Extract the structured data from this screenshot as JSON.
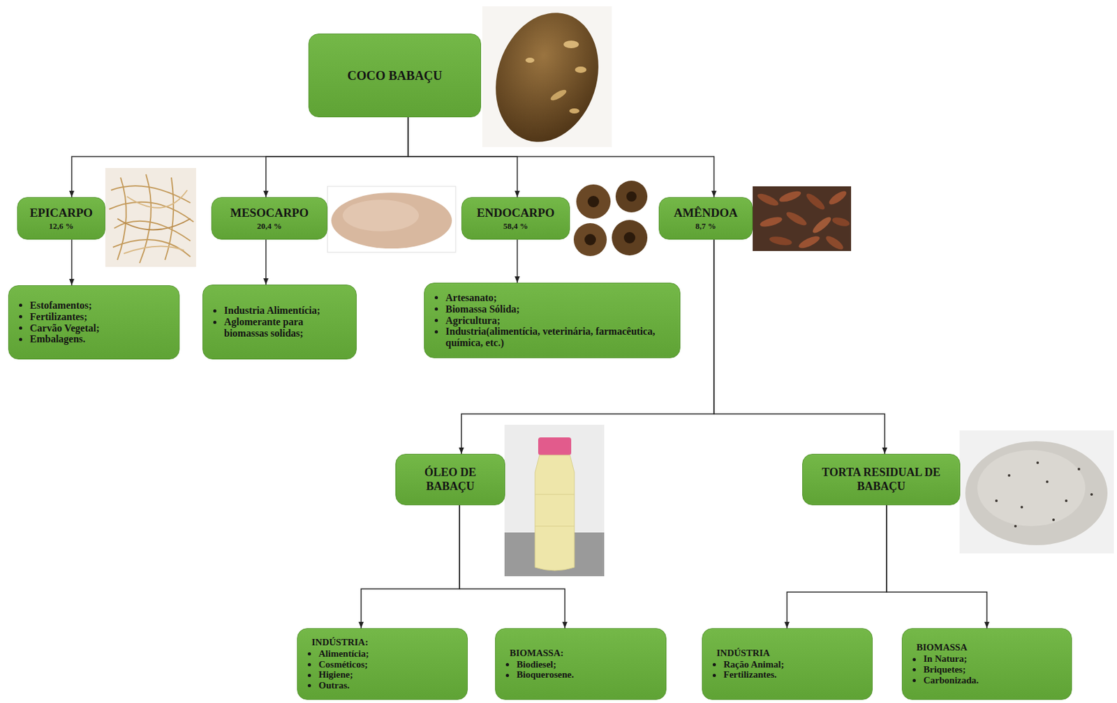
{
  "diagram": {
    "nodes": [
      {
        "text": [
          "COCO BABAÇU"
        ]
      },
      {
        "text": [
          "EPICARPO",
          "12,6 %"
        ]
      },
      {
        "text": [
          "MESOCARPO",
          "20,4 %"
        ]
      },
      {
        "text": [
          "ENDOCARPO",
          "58,4 %"
        ]
      },
      {
        "text": [
          "AMÊNDOA",
          "8,7 %"
        ]
      },
      {
        "text": [
          "Estofamentos;",
          "Fertilizantes;",
          "Carvão Vegetal;",
          "Embalagens."
        ]
      },
      {
        "text": [
          "Industria Alimentícia;",
          "Aglomerante para biomassas solidas;"
        ]
      },
      {
        "text": [
          "Artesanato;",
          "Biomassa Sólida;",
          "Agricultura;",
          "Industria(alimentícia, veterinária, farmacêutica, química, etc.)"
        ]
      },
      {
        "text": [
          "ÓLEO DE BABAÇU"
        ]
      },
      {
        "text": [
          "TORTA RESIDUAL DE BABAÇU"
        ]
      },
      {
        "text": [
          "INDÚSTRIA:",
          "Alimentícia;",
          "Cosméticos;",
          "Higiene;",
          "Outras."
        ]
      },
      {
        "text": [
          "BIOMASSA:",
          "Biodiesel;",
          "Bioquerosene."
        ]
      },
      {
        "text": [
          "INDÚSTRIA",
          "Ração Animal;",
          "Fertilizantes."
        ]
      },
      {
        "text": [
          "BIOMASSA",
          "In Natura;",
          "Briquetes;",
          "Carbonizada."
        ]
      }
    ],
    "edges": [
      {
        "from": 0,
        "to": 1,
        "arrow": "to"
      },
      {
        "from": 0,
        "to": 2,
        "arrow": "to"
      },
      {
        "from": 0,
        "to": 3,
        "arrow": "to"
      },
      {
        "from": 0,
        "to": 4,
        "arrow": "to"
      },
      {
        "from": 1,
        "to": 5,
        "arrow": "to"
      },
      {
        "from": 2,
        "to": 6,
        "arrow": "to"
      },
      {
        "from": 3,
        "to": 7,
        "arrow": "to"
      },
      {
        "from": 4,
        "to": 8,
        "arrow": "to"
      },
      {
        "from": 4,
        "to": 9,
        "arrow": "to"
      },
      {
        "from": 8,
        "to": 10,
        "arrow": "to"
      },
      {
        "from": 8,
        "to": 11,
        "arrow": "to"
      },
      {
        "from": 9,
        "to": 12,
        "arrow": "to"
      },
      {
        "from": 9,
        "to": 13,
        "arrow": "to"
      }
    ]
  }
}
